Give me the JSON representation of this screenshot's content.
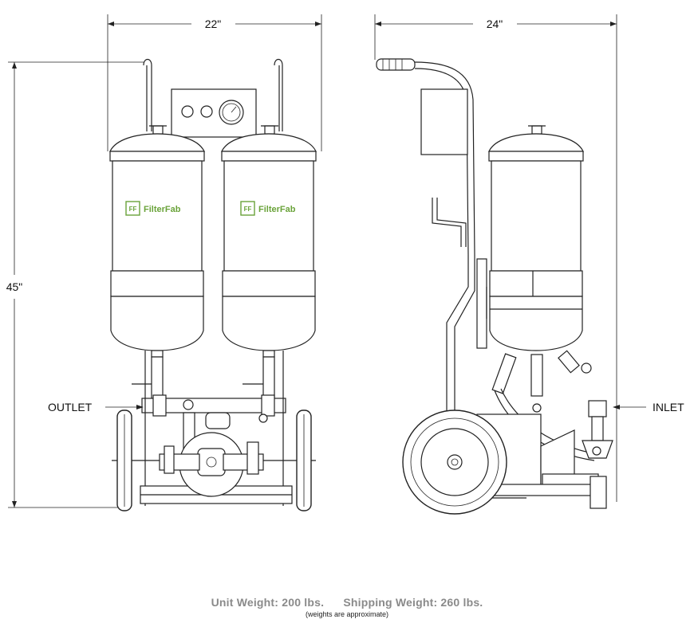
{
  "dimensions": {
    "width_front": "22\"",
    "width_side": "24\"",
    "height": "45\""
  },
  "callouts": {
    "outlet": "OUTLET",
    "inlet": "INLET"
  },
  "brand": {
    "name": "FilterFab",
    "mark": "FF",
    "color": "#6aa33a"
  },
  "weights": {
    "unit": "Unit Weight: 200 lbs.",
    "shipping": "Shipping Weight: 260 lbs.",
    "note": "(weights are approximate)"
  }
}
